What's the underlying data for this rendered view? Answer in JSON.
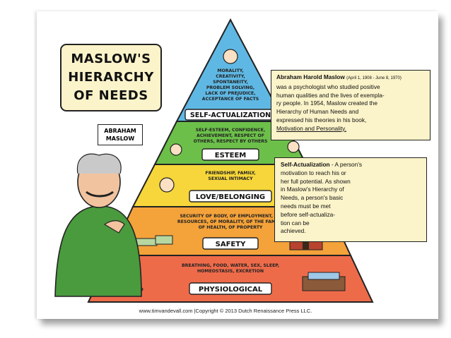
{
  "title": {
    "lines": [
      "MASLOW'S",
      "HIERARCHY",
      "OF NEEDS"
    ]
  },
  "name_tag": {
    "lines": [
      "ABRAHAM",
      "MASLOW"
    ]
  },
  "tiers": [
    {
      "label": "SELF-ACTUALIZATION",
      "description": [
        "MORALITY,",
        "CREATIVITY,",
        "SPONTANEITY,",
        "PROBLEM SOLVING,",
        "LACK OF PREJUDICE,",
        "ACCEPTANCE OF FACTS"
      ],
      "color": "#5fb8e4"
    },
    {
      "label": "ESTEEM",
      "description": [
        "SELF-ESTEEM, CONFIDENCE,",
        "ACHIEVEMENT, RESPECT OF",
        "OTHERS, RESPECT BY OTHERS"
      ],
      "color": "#6cc04a"
    },
    {
      "label": "LOVE/BELONGING",
      "description": [
        "FRIENDSHIP, FAMILY,",
        "SEXUAL INTIMACY"
      ],
      "color": "#f6d63a"
    },
    {
      "label": "SAFETY",
      "description": [
        "SECURITY OF BODY, OF EMPLOYMENT, OF",
        "RESOURCES, OF MORALITY, OF THE FAMILY,",
        "OF HEALTH, OF PROPERTY"
      ],
      "color": "#f4a23a"
    },
    {
      "label": "PHYSIOLOGICAL",
      "description": [
        "BREATHING, FOOD, WATER, SEX, SLEEP,",
        "HOMEOSTASIS, EXCRETION"
      ],
      "color": "#ee6b4a"
    }
  ],
  "bio": {
    "name": "Abraham Harold Maslow",
    "dates": "(April 1, 1908 - June 8, 1970)",
    "lines": [
      "was a psychologist who studied positive",
      "human qualities and the lives of exempla-",
      "ry people. In 1954, Maslow created the",
      "Hierarchy of Human Needs and",
      "expressed his theories in his book,"
    ],
    "book": "Motivation and Personality."
  },
  "definition": {
    "term": "Self-Actualization",
    "lines": [
      "- A person's",
      "motivation to reach his or",
      "her full potential. As shown",
      "in Maslow's Hierarchy of",
      "Needs, a person's basic",
      "needs must be met",
      "before self-actualiza-",
      "tion can be",
      "achieved."
    ]
  },
  "footer": "www.timvandevall.com |Copyright © 2013 Dutch Renaissance Press LLC."
}
